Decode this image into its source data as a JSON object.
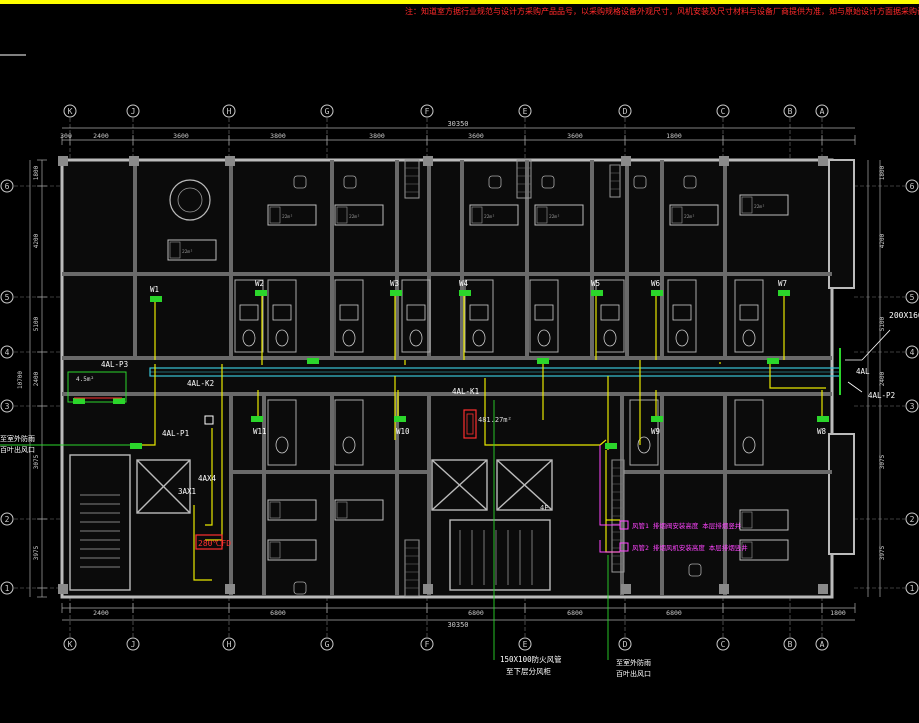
{
  "header": {
    "note": "注：知道室方据行业规范与设计方采购产品品号，以采购规格设备外观尺寸，风机安装及尺寸材料与设备厂商提供为准，如与原始设计方面据采购设备标准"
  },
  "axes": {
    "letters": [
      "K",
      "J",
      "H",
      "G",
      "F",
      "E",
      "D",
      "C",
      "B",
      "A"
    ],
    "numbers": [
      "6",
      "5",
      "4",
      "3",
      "2",
      "1"
    ]
  },
  "dimensions": {
    "top_total": "30350",
    "top_segments": [
      "300",
      "2400",
      "3600",
      "3800",
      "3800",
      "3600",
      "3600",
      "1800"
    ],
    "bottom_total": "30350",
    "bottom_segments": [
      "2400",
      "6800",
      "6800",
      "6800",
      "6800",
      "1800"
    ],
    "left_segments": [
      "1800",
      "4200",
      "5100",
      "2400",
      "3075",
      "3975"
    ],
    "left_total": "10700"
  },
  "labels": {
    "units": [
      "W1",
      "W2",
      "W3",
      "W4",
      "W5",
      "W6",
      "W7",
      "W11",
      "W10",
      "W9",
      "W8"
    ],
    "panels": [
      "4AL-P3",
      "4AL-K2",
      "4AL-K1",
      "4AL-P1",
      "4AX4",
      "3AX1",
      "4AL",
      "4AL-P2"
    ],
    "dampers": [
      "280℃FD"
    ],
    "area_corridor": "481.27m²",
    "area_small": "4.5m²",
    "room_area_tag": "22m²",
    "right_pipe_size": "200X160",
    "bottom_pipe_note": "150X100防火风管\n至下层分风柜",
    "bottom_right_note": "至室外防雨\n百叶出风口",
    "left_note": "至室外防雨\n百叶出风口",
    "legend_1": "风管1 排烟阀安装高度  本层排烟竖井",
    "legend_2": "风管2 排烟风机安装高度  本层排烟竖井",
    "stair_floor": "4F"
  }
}
